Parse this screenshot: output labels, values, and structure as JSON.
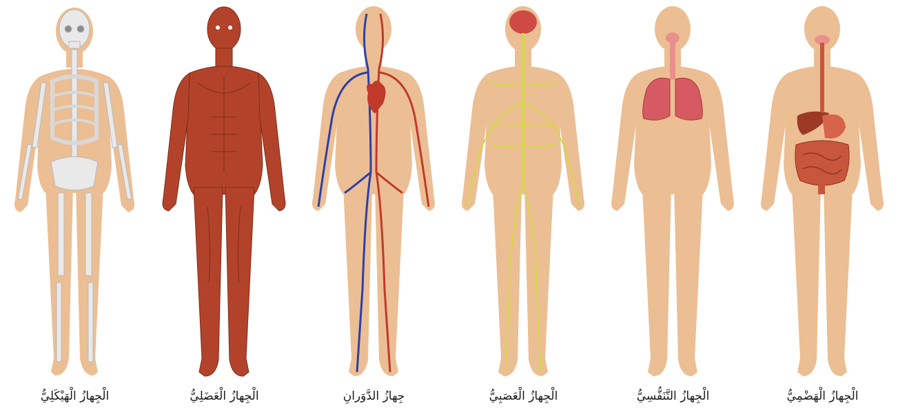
{
  "colors": {
    "skin": "#ecbe93",
    "bone": "#e9e9e9",
    "muscle": "#b2432a",
    "artery": "#c0392b",
    "vein": "#2b3fa8",
    "nerve": "#d4d846",
    "lung": "#d65a61",
    "digestive": "#c8563c",
    "brain": "#cf4a43"
  },
  "systems": [
    {
      "key": "skeletal",
      "label": "الْجِهازُ الْهَيْكَلِيُّ"
    },
    {
      "key": "muscular",
      "label": "الْجِهازُ الْعَضَلِيُّ"
    },
    {
      "key": "circulatory",
      "label": "جِهازُ الدَّوَرانِ"
    },
    {
      "key": "nervous",
      "label": "الْجِهازُ الْعَصَبِيُّ"
    },
    {
      "key": "respiratory",
      "label": "الْجِهازُ التَّنَفُّسِيُّ"
    },
    {
      "key": "digestive",
      "label": "الْجِهازُ الْهَضْمِيُّ"
    }
  ]
}
